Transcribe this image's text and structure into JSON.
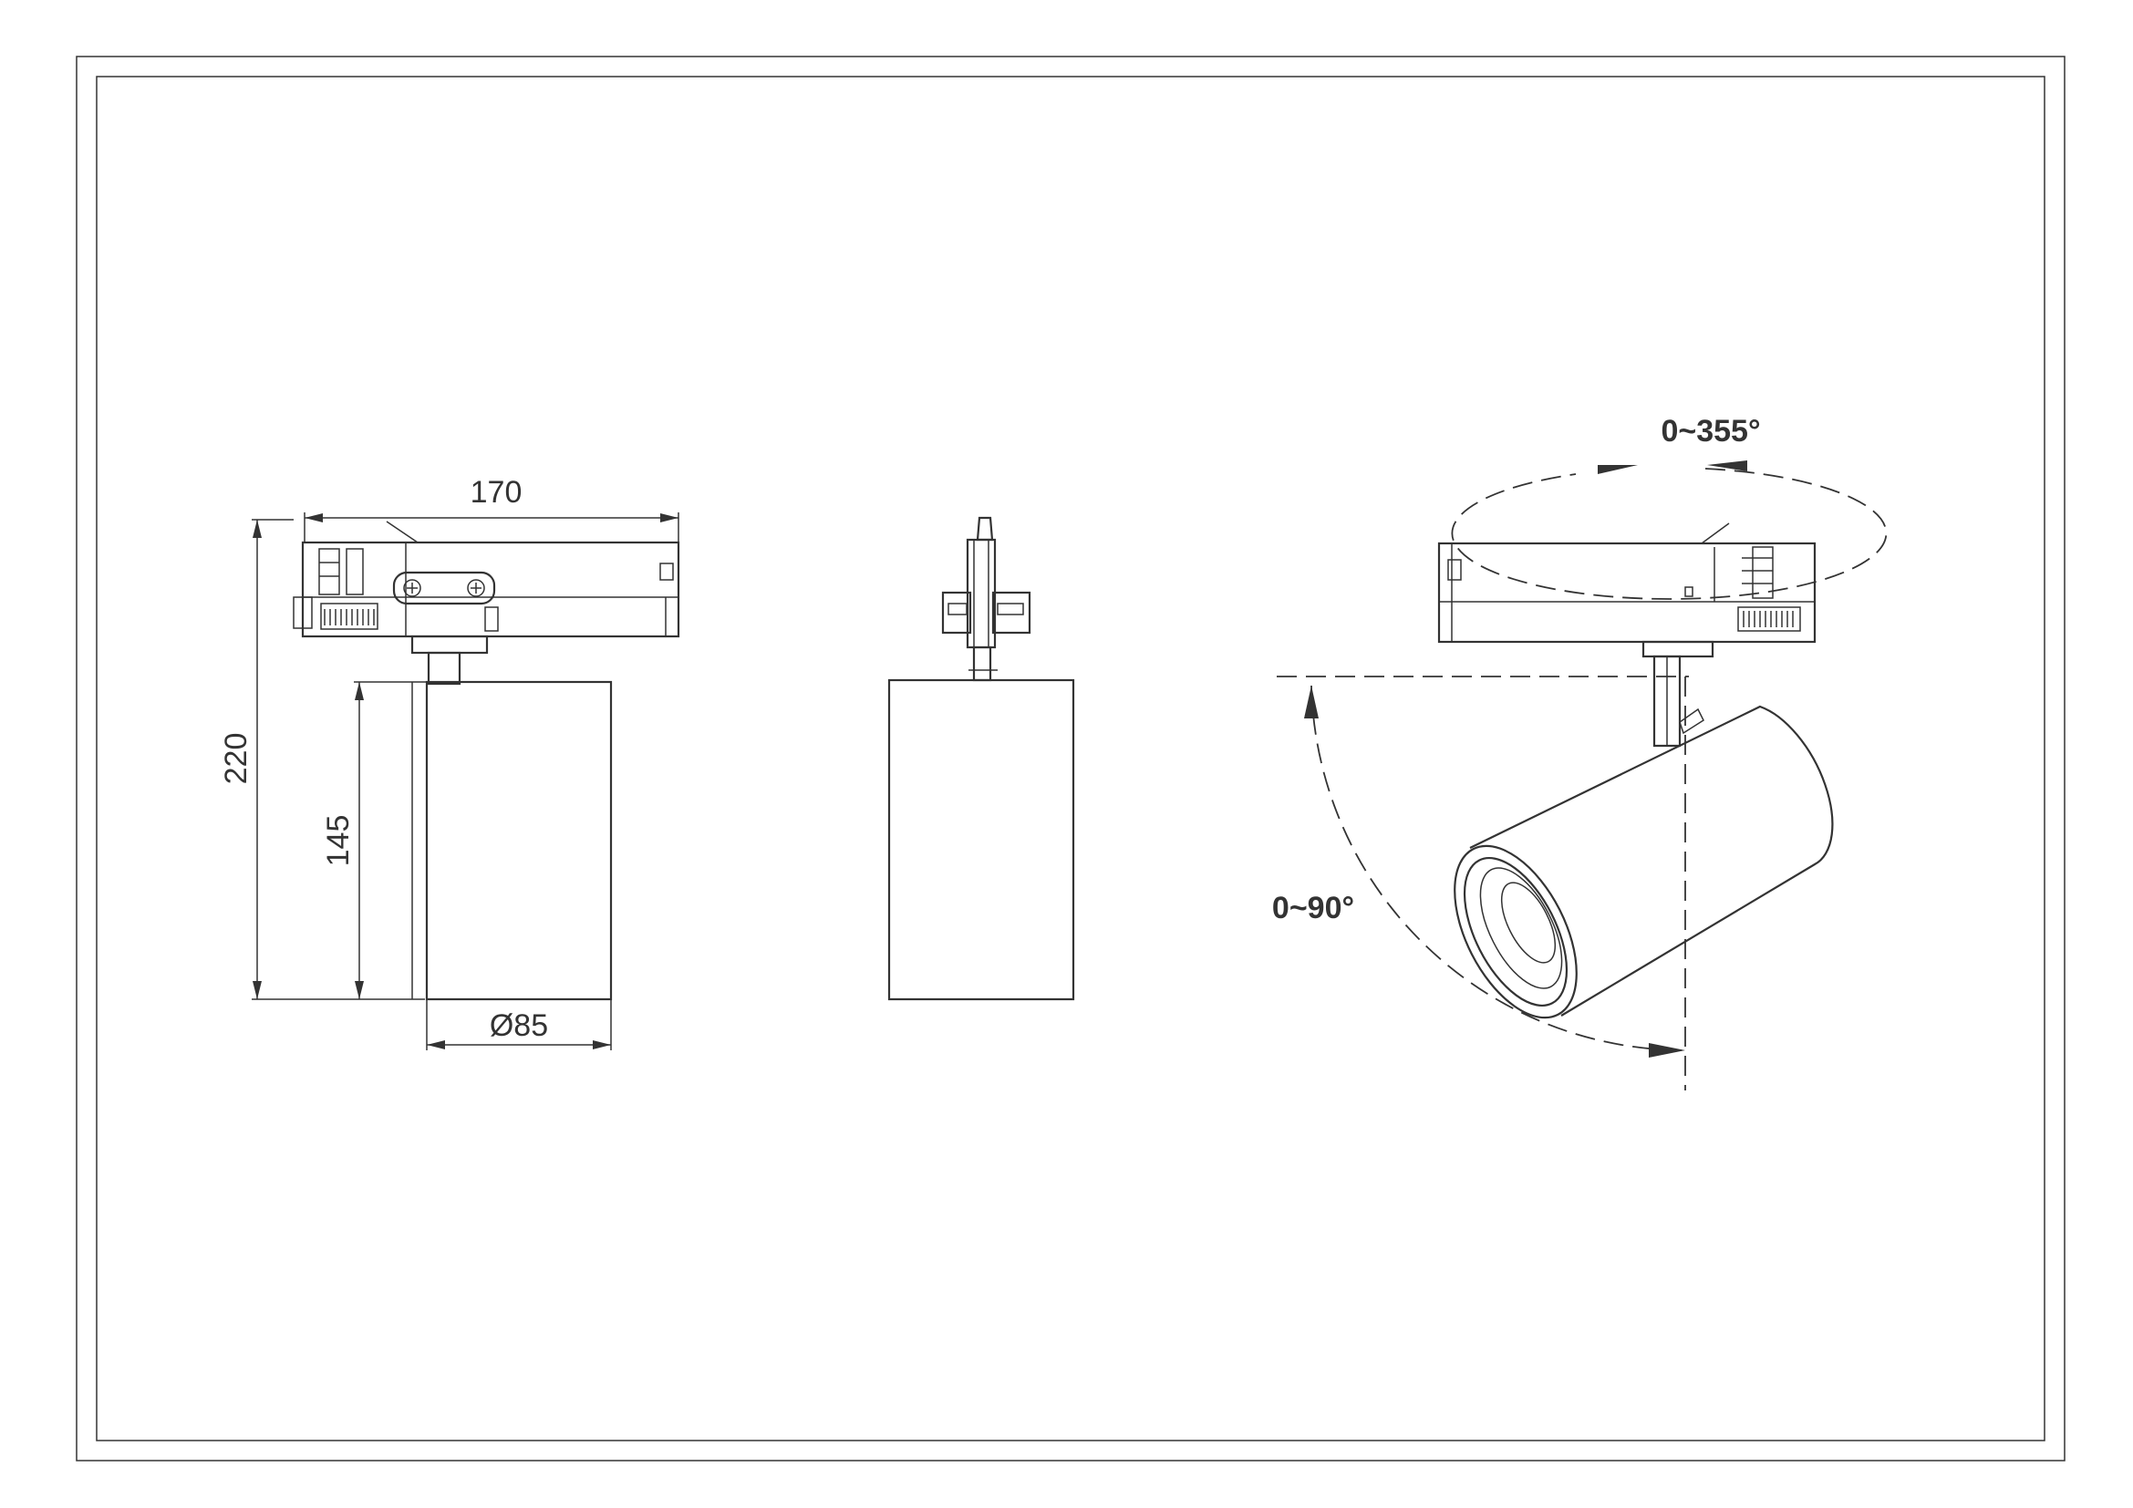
{
  "dimensions": {
    "width": "170",
    "total_height": "220",
    "body_height": "145",
    "diameter": "Ø85"
  },
  "rotation": {
    "horizontal": "0~355°",
    "tilt": "0~90°"
  },
  "colors": {
    "line": "#333333",
    "background": "#ffffff"
  }
}
